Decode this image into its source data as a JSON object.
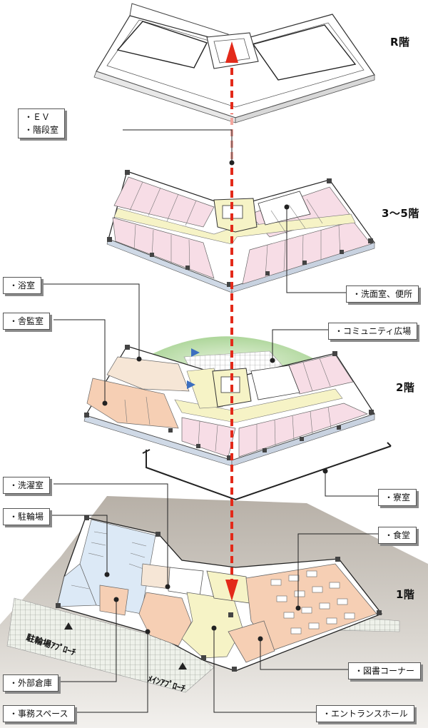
{
  "floors": {
    "roof": "R階",
    "upper": "3～5階",
    "second": "2階",
    "first": "1階"
  },
  "callouts": {
    "ev_stair": [
      "・ＥＶ",
      "・階段室"
    ],
    "bath": "・浴室",
    "supervisor_room": "・舎監室",
    "washroom_toilet": "・洗面室、便所",
    "community_plaza": "・コミュニティ広場",
    "dormitory": "・寮室",
    "laundry": "・洗濯室",
    "bicycle_parking": "・駐輪場",
    "dining_hall": "・食堂",
    "library_corner": "・図書コーナー",
    "outdoor_storage": "・外部倉庫",
    "office_space": "・事務スペース",
    "entrance_hall": "・エントランスホール"
  },
  "approaches": {
    "bicycle": "駐輪場ｱﾌﾟﾛｰﾁ",
    "main": "ﾒｲﾝｱﾌﾟﾛｰﾁ"
  },
  "colors": {
    "room_pink": "#f7dde6",
    "corridor_yellow": "#f6f3c6",
    "peach": "#f6cfb4",
    "light_blue": "#dce9f6",
    "plaza_green": "#b9dca6",
    "shadow_gray": "#b3aca3",
    "arrow_red": "#e32a1a",
    "direction_blue": "#3c6fc0"
  }
}
